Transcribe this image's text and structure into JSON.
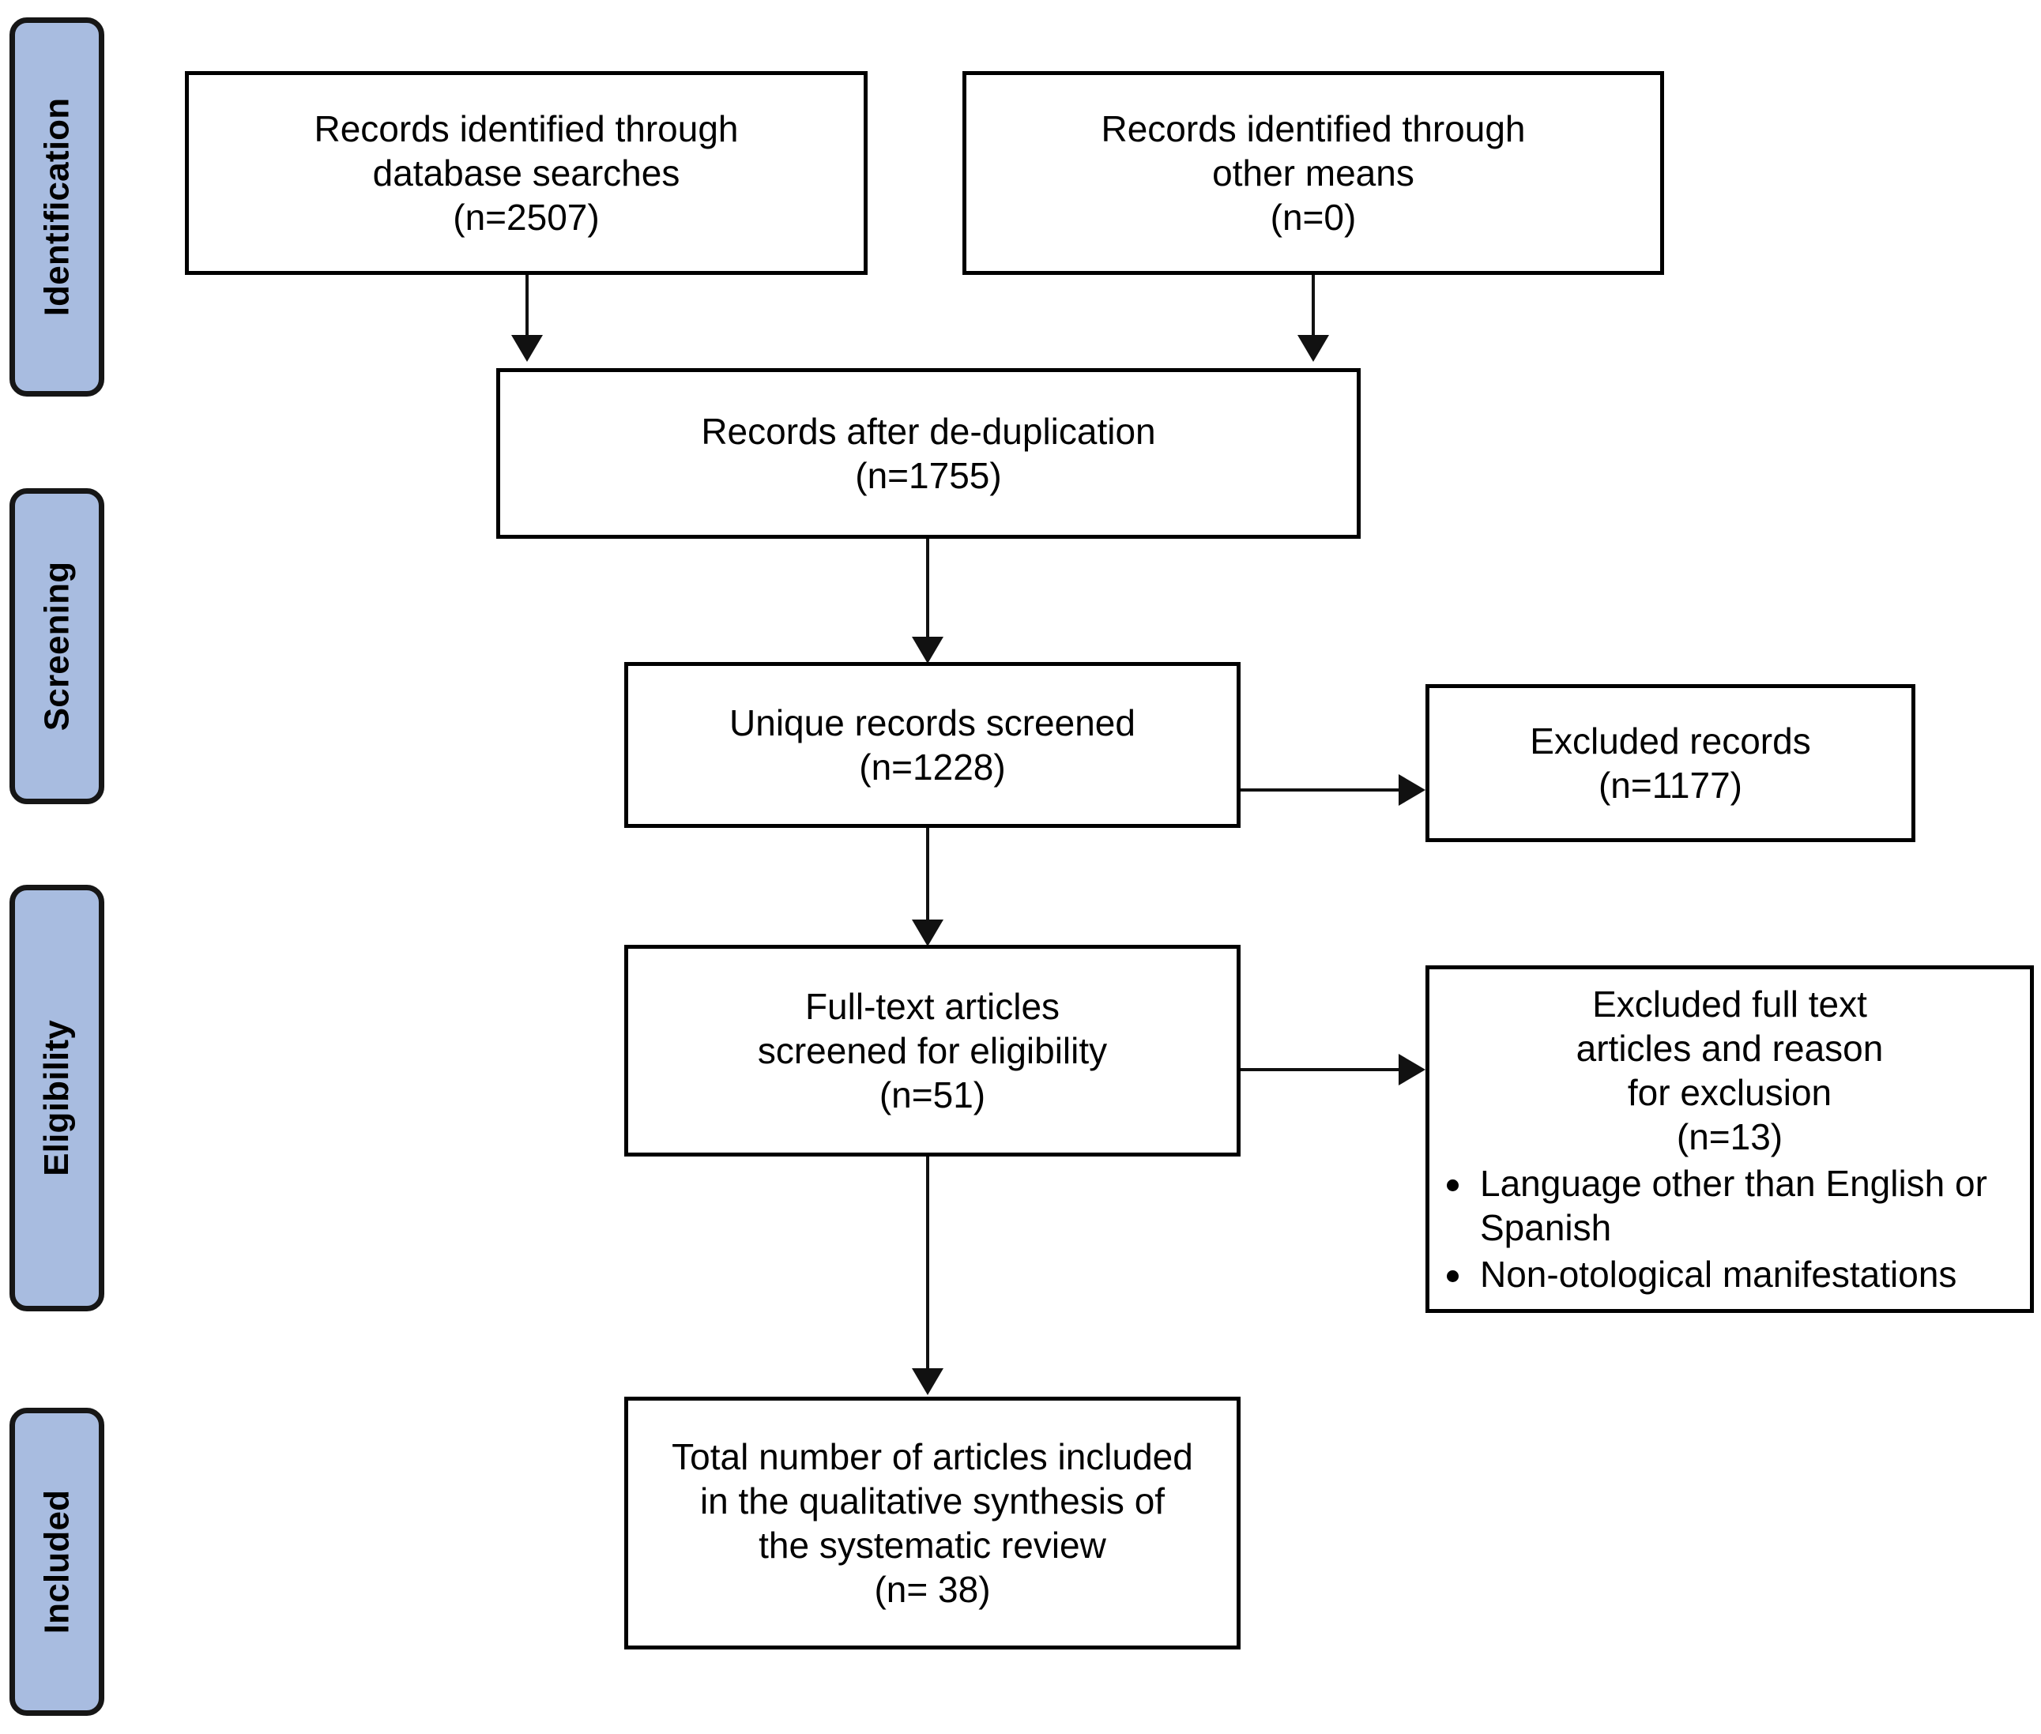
{
  "diagram": {
    "type": "prisma-flow-diagram",
    "stages": [
      {
        "id": "identification",
        "label": "Identification"
      },
      {
        "id": "screening",
        "label": "Screening"
      },
      {
        "id": "eligibility",
        "label": "Eligibility"
      },
      {
        "id": "included",
        "label": "Included"
      }
    ],
    "boxes": [
      {
        "id": "records-database",
        "text": "Records identified through\ndatabase searches\n(n=2507)"
      },
      {
        "id": "records-other",
        "text": "Records identified through\nother means\n(n=0)"
      },
      {
        "id": "records-dedup",
        "text": "Records after de-duplication\n(n=1755)"
      },
      {
        "id": "records-screened",
        "text": "Unique records screened\n(n=1228)"
      },
      {
        "id": "records-excluded",
        "text": "Excluded records\n(n=1177)"
      },
      {
        "id": "fulltext-screened",
        "text": "Full-text articles\nscreened for eligibility\n(n=51)"
      },
      {
        "id": "fulltext-excluded",
        "text": "Excluded full text\narticles and reason\nfor exclusion\n(n=13)",
        "bullets": [
          "Language other than English or Spanish",
          "Non-otological manifestations"
        ]
      },
      {
        "id": "total-included",
        "text": "Total number of articles included\nin the qualitative synthesis of\nthe systematic review\n(n= 38)"
      }
    ],
    "colors": {
      "stage_fill": "#a8bce0",
      "stage_border": "#161616",
      "box_border": "#000000",
      "box_fill": "#ffffff",
      "connector": "#111111",
      "text": "#000000"
    }
  }
}
